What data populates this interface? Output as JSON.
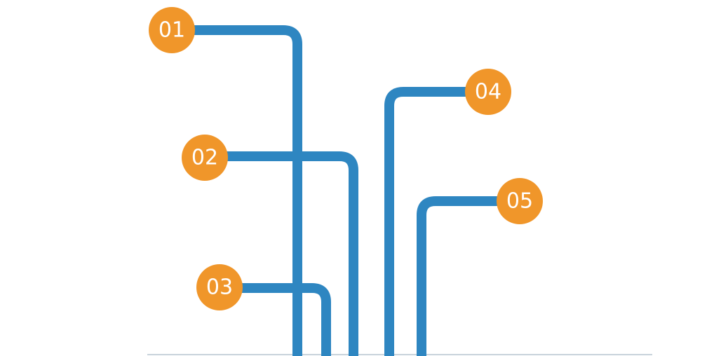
{
  "colors": {
    "line": "#2E86C1",
    "node": "#F0962A",
    "baseline": "#C9D3DC"
  },
  "nodes": [
    {
      "label": "01"
    },
    {
      "label": "02"
    },
    {
      "label": "03"
    },
    {
      "label": "04"
    },
    {
      "label": "05"
    }
  ]
}
